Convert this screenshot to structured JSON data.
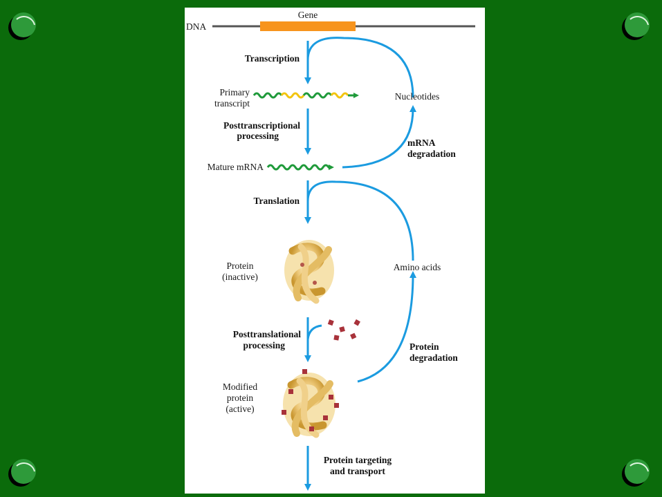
{
  "diagram": {
    "dna_label": "DNA",
    "gene_label": "Gene",
    "steps": {
      "transcription": "Transcription",
      "posttranscriptional_1": "Posttranscriptional",
      "posttranscriptional_2": "processing",
      "translation": "Translation",
      "posttranslational_1": "Posttranslational",
      "posttranslational_2": "processing",
      "targeting_1": "Protein targeting",
      "targeting_2": "and transport"
    },
    "molecules": {
      "primary_1": "Primary",
      "primary_2": "transcript",
      "mature_mrna": "Mature mRNA",
      "protein_inactive_1": "Protein",
      "protein_inactive_2": "(inactive)",
      "modified_1": "Modified",
      "modified_2": "protein",
      "modified_3": "(active)"
    },
    "recycling": {
      "nucleotides": "Nucleotides",
      "mrna_degradation_1": "mRNA",
      "mrna_degradation_2": "degradation",
      "amino_acids": "Amino acids",
      "protein_degradation_1": "Protein",
      "protein_degradation_2": "degradation"
    }
  },
  "colors": {
    "background": "#0b6b0b",
    "panel": "#ffffff",
    "arrow": "#1b9be0",
    "gene": "#f7941d",
    "dna": "#555555",
    "rna_green": "#1f9a3a",
    "rna_yellow": "#f2c40f",
    "protein": "#e9c978",
    "modification": "#a8323a"
  }
}
